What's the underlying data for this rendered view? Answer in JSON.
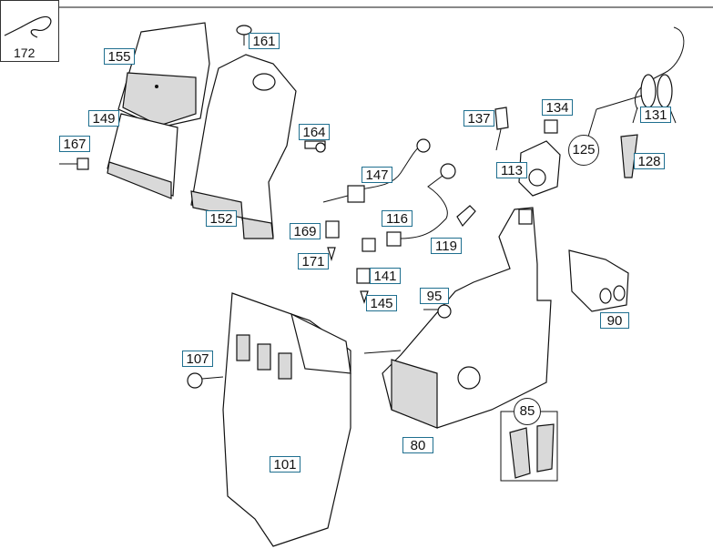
{
  "legend": {
    "label": "172"
  },
  "callouts": {
    "c155": "155",
    "c161": "161",
    "c149": "149",
    "c167": "167",
    "c164": "164",
    "c152": "152",
    "c147": "147",
    "c169": "169",
    "c171": "171",
    "c116": "116",
    "c119": "119",
    "c141": "141",
    "c145": "145",
    "c137": "137",
    "c134": "134",
    "c113": "113",
    "c131": "131",
    "c125": "125",
    "c128": "128",
    "c95": "95",
    "c90": "90",
    "c107": "107",
    "c101": "101",
    "c80": "80",
    "c85": "85"
  },
  "colors": {
    "callout_border": "#1f6f8f",
    "line": "#111111",
    "fill_shade": "#d9d9d9"
  }
}
